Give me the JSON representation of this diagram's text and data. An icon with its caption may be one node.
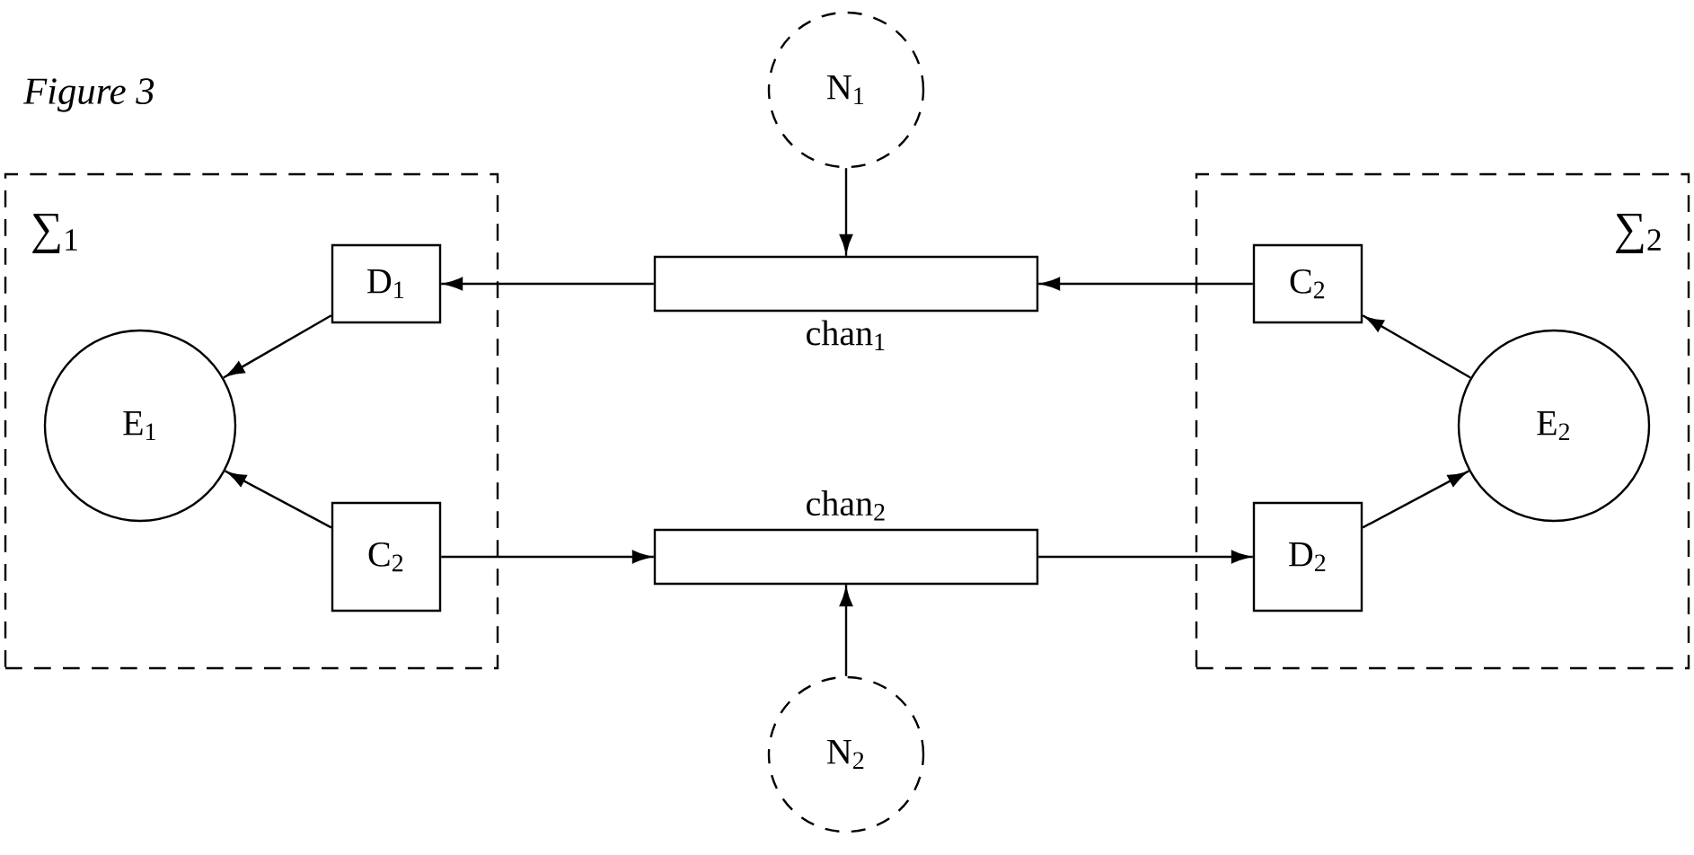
{
  "diagram": {
    "title": "Figure 3",
    "nodes": [
      {
        "text": [
          "∑$_{1}$"
        ]
      },
      {
        "text": [
          "E$_{1}$"
        ],
        "in": 0
      },
      {
        "text": [
          "D$_{1}$"
        ],
        "in": 0
      },
      {
        "text": [
          "C$_{2}$"
        ],
        "in": 0
      },
      {
        "text": [
          "chan$_{1}$"
        ]
      },
      {
        "text": [
          "chan$_{2}$"
        ]
      },
      {
        "text": [
          "∑$_{2}$"
        ]
      },
      {
        "text": [
          "C$_{2}$"
        ],
        "in": 6
      },
      {
        "text": [
          "E$_{2}$"
        ],
        "in": 6
      },
      {
        "text": [
          "D$_{2}$"
        ],
        "in": 6
      },
      {
        "text": [
          "N$_{1}$"
        ]
      },
      {
        "text": [
          "N$_{2}$"
        ]
      }
    ],
    "edges": [
      {
        "from": 2,
        "to": 1,
        "arrow": "to"
      },
      {
        "from": 3,
        "to": 1,
        "arrow": "to"
      },
      {
        "from": 4,
        "to": 2,
        "arrow": "to"
      },
      {
        "from": 3,
        "to": 5,
        "arrow": "to"
      },
      {
        "from": 7,
        "to": 4,
        "arrow": "to"
      },
      {
        "from": 5,
        "to": 9,
        "arrow": "to"
      },
      {
        "from": 8,
        "to": 7,
        "arrow": "to"
      },
      {
        "from": 9,
        "to": 8,
        "arrow": "to"
      },
      {
        "from": 10,
        "to": 4,
        "arrow": "to"
      },
      {
        "from": 11,
        "to": 5,
        "arrow": "to"
      }
    ]
  }
}
